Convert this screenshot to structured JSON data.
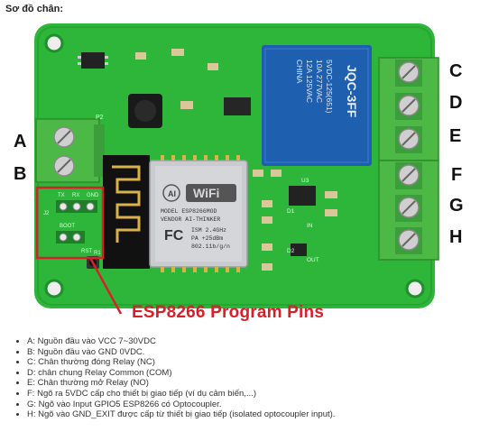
{
  "heading": "Sơ đồ chân:",
  "board": {
    "module_wifi": "WiFi",
    "module_model": "MODEL  ESP8266MOD",
    "module_vendor": "VENDOR  AI-THINKER",
    "module_ism": "ISM 2.4GHz",
    "module_pa": "PA +25dBm",
    "module_std": "802.11b/g/n",
    "relay_brand": "JQC-3FF",
    "relay_line1": "5VDC-125(651)",
    "relay_line2": "10A 277VAC",
    "relay_line3": "12A 125VAC",
    "relay_line4": "CHINA",
    "label_gnd": "GND",
    "label_rx": "RX",
    "label_tx": "TX",
    "label_boot": "BOOT",
    "label_rst": "RST",
    "label_in": "IN",
    "label_out": "OUT",
    "label_p2": "P2",
    "label_j2": "J2",
    "label_r1": "R1",
    "label_d1": "D1",
    "label_d2": "D2",
    "label_u3": "U3"
  },
  "terminal_labels": {
    "a": "A",
    "b": "B",
    "c": "C",
    "d": "D",
    "e": "E",
    "f": "F",
    "g": "G",
    "h": "H"
  },
  "pins_caption": "ESP8266 Program Pins",
  "descriptions": [
    "A: Nguồn đầu vào VCC 7~30VDC",
    "B: Nguồn đầu vào GND 0VDC.",
    "C: Chân thường đóng Relay (NC)",
    "D: chân chung Relay Common (COM)",
    "E: Chân thường mở Relay (NO)",
    "F: Ngõ ra 5VDC cấp cho thiết bị giao tiếp (ví dụ cảm biến,...)",
    "G: Ngõ vào Input GPIO5 ESP8266 có Optocoupler.",
    "H: Ngõ vào GND_EXIT được cấp từ thiết bị giao tiếp (isolated optocoupler input)."
  ],
  "colors": {
    "pcb": "#2db63a",
    "pcb_dark": "#1f8f2a",
    "terminal": "#4cb947",
    "relay": "#1f5fb0",
    "accent_red": "#d8202a"
  }
}
